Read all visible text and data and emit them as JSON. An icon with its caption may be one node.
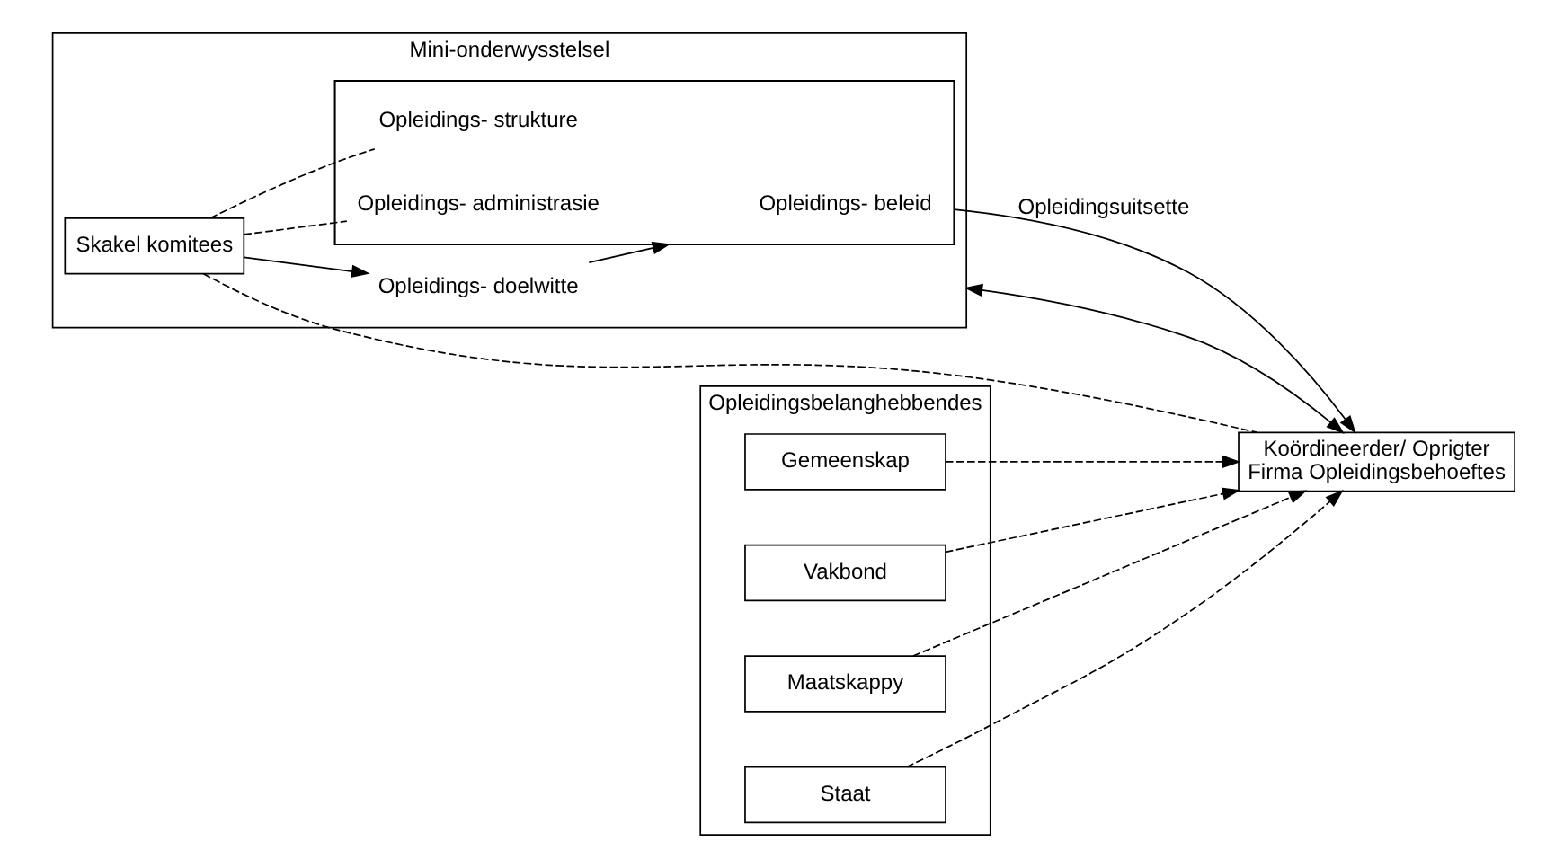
{
  "diagram": {
    "nodes": [
      {
        "text": [
          "Mini-onderwysstelsel"
        ]
      },
      {
        "text": [
          "Opleidings- doelwitte"
        ],
        "in": 0
      },
      {
        "text": [
          "Skakel komitees"
        ],
        "in": 0
      },
      {
        "text": [],
        "shape": "box",
        "in": 0
      },
      {
        "text": [
          "Opleidings- beleid"
        ],
        "in": 3
      },
      {
        "text": [
          "Opleidings- administrasie"
        ],
        "in": 3
      },
      {
        "text": [
          "Opleidings- strukture"
        ],
        "in": 3
      },
      {
        "text": [
          "Koördineerder/ Oprigter",
          "Firma Opleidingsbehoeftes"
        ]
      },
      {
        "text": [
          "Opleidingsbelanghebbendes"
        ]
      },
      {
        "text": [
          "Staat"
        ],
        "in": 8
      },
      {
        "text": [
          "Maatskappy"
        ],
        "in": 8
      },
      {
        "text": [
          "Vakbond"
        ],
        "in": 8
      },
      {
        "text": [
          "Gemeenskap"
        ],
        "in": 8
      }
    ],
    "edges": [
      {
        "from": 2,
        "to": 1,
        "arrow": "to"
      },
      {
        "from": 1,
        "to": 3,
        "arrow": "to"
      },
      {
        "from": 2,
        "to": 5,
        "arrow": "none",
        "style": "dashed"
      },
      {
        "from": 2,
        "to": 6,
        "arrow": "none",
        "style": "dashed"
      },
      {
        "from": 2,
        "to": 7,
        "arrow": "none",
        "style": "dashed"
      },
      {
        "from": 0,
        "to": 7,
        "arrow": "both"
      },
      {
        "from": 3,
        "to": 7,
        "arrow": "to",
        "label": "Opleidingsuitsette"
      },
      {
        "from": 9,
        "to": 7,
        "arrow": "to",
        "style": "dashed"
      },
      {
        "from": 10,
        "to": 7,
        "arrow": "to",
        "style": "dashed"
      },
      {
        "from": 11,
        "to": 7,
        "arrow": "to",
        "style": "dashed"
      },
      {
        "from": 12,
        "to": 7,
        "arrow": "to",
        "style": "dashed"
      }
    ]
  }
}
